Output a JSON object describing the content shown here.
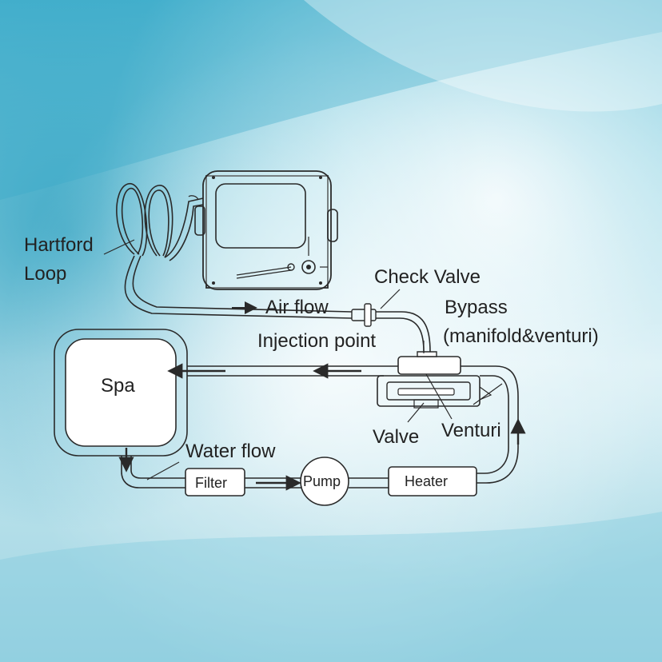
{
  "labels": {
    "hartford_line1": "Hartford",
    "hartford_line2": "Loop",
    "check_valve": "Check Valve",
    "air_flow": "Air flow",
    "bypass_line1": "Bypass",
    "bypass_line2": "(manifold&venturi)",
    "injection_point": "Injection  point",
    "spa": "Spa",
    "water_flow": "Water flow",
    "valve": "Valve",
    "venturi": "Venturi",
    "filter": "Filter",
    "pump": "Pump",
    "heater": "Heater"
  },
  "colors": {
    "sky_light": "#e9f6fa",
    "water_mid": "#7fcfe0",
    "water_deep": "#2fa3c2",
    "line": "#2a2a2a",
    "box": "#ffffff"
  }
}
